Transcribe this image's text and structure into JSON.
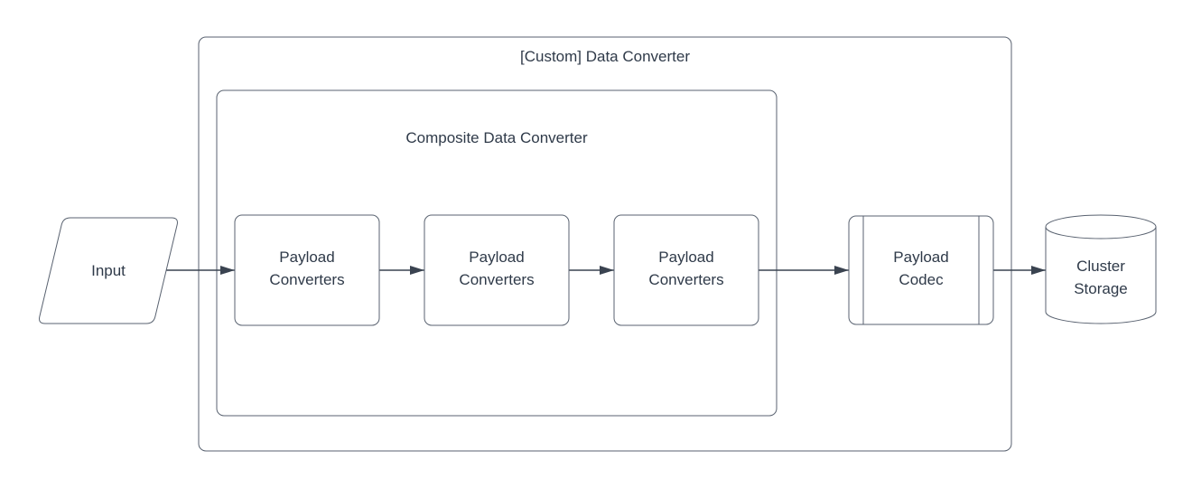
{
  "diagram": {
    "type": "flowchart",
    "description": "Data conversion pipeline from Input through payload converters and codec to cluster storage"
  },
  "colors": {
    "background": "#ffffff",
    "shape_fill": "#ffffff",
    "shape_stroke": "#596270",
    "connector": "#3a4350",
    "text": "#2f3a49"
  },
  "nodes": {
    "input": {
      "shape": "parallelogram",
      "lines": [
        "Input"
      ]
    },
    "custom_data_converter": {
      "shape": "group-container",
      "lines": [
        "[Custom] Data Converter"
      ]
    },
    "composite_data_converter": {
      "shape": "group-container",
      "lines": [
        "Composite Data Converter"
      ]
    },
    "payload_converters_1": {
      "shape": "rounded-rect",
      "lines": [
        "Payload",
        "Converters"
      ]
    },
    "payload_converters_2": {
      "shape": "rounded-rect",
      "lines": [
        "Payload",
        "Converters"
      ]
    },
    "payload_converters_3": {
      "shape": "rounded-rect",
      "lines": [
        "Payload",
        "Converters"
      ]
    },
    "payload_codec": {
      "shape": "subroutine",
      "lines": [
        "Payload",
        "Codec"
      ]
    },
    "cluster_storage": {
      "shape": "cylinder",
      "lines": [
        "Cluster",
        "Storage"
      ]
    }
  },
  "edges": [
    {
      "from": "input",
      "to": "payload_converters_1"
    },
    {
      "from": "payload_converters_1",
      "to": "payload_converters_2"
    },
    {
      "from": "payload_converters_2",
      "to": "payload_converters_3"
    },
    {
      "from": "payload_converters_3",
      "to": "payload_codec"
    },
    {
      "from": "payload_codec",
      "to": "cluster_storage"
    }
  ]
}
